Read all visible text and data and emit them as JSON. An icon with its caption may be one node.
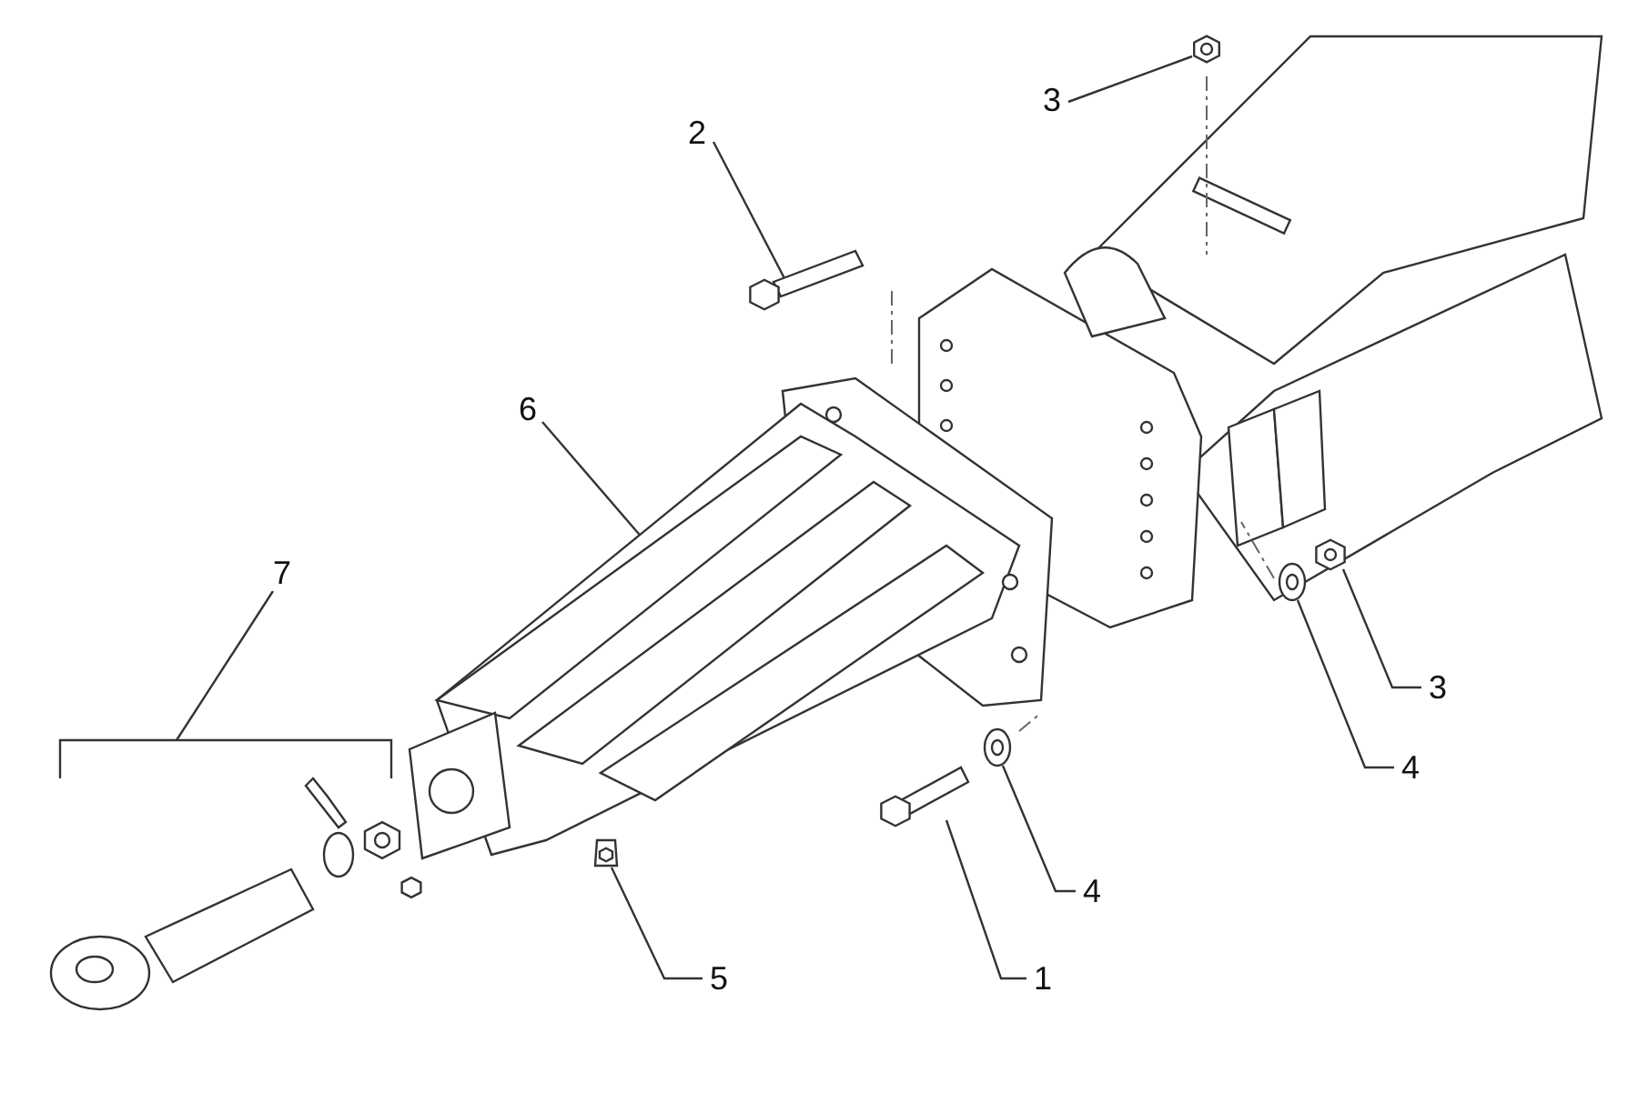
{
  "diagram": {
    "nodes": [
      {
        "text": [
          "2"
        ]
      },
      {
        "text": [],
        "shape": "picture"
      },
      {
        "text": [
          "3"
        ]
      },
      {
        "text": [],
        "shape": "picture"
      },
      {
        "text": [
          "6"
        ]
      },
      {
        "text": [],
        "shape": "picture"
      },
      {
        "text": [
          "7"
        ]
      },
      {
        "text": [],
        "shape": "picture"
      },
      {
        "text": [
          "5"
        ]
      },
      {
        "text": [],
        "shape": "picture"
      },
      {
        "text": [
          "1"
        ]
      },
      {
        "text": [],
        "shape": "picture"
      },
      {
        "text": [
          "4"
        ]
      },
      {
        "text": [],
        "shape": "picture"
      },
      {
        "text": [
          "4"
        ]
      },
      {
        "text": [],
        "shape": "picture"
      },
      {
        "text": [
          "3"
        ]
      },
      {
        "text": [],
        "shape": "picture"
      }
    ],
    "edges": [
      {
        "from": 0,
        "to": 1,
        "arrow": "none"
      },
      {
        "from": 2,
        "to": 3,
        "arrow": "none"
      },
      {
        "from": 4,
        "to": 5,
        "arrow": "none"
      },
      {
        "from": 6,
        "to": 7,
        "arrow": "none"
      },
      {
        "from": 8,
        "to": 9,
        "arrow": "none"
      },
      {
        "from": 10,
        "to": 11,
        "arrow": "none"
      },
      {
        "from": 12,
        "to": 13,
        "arrow": "none"
      },
      {
        "from": 14,
        "to": 15,
        "arrow": "none"
      },
      {
        "from": 16,
        "to": 17,
        "arrow": "none"
      }
    ]
  }
}
